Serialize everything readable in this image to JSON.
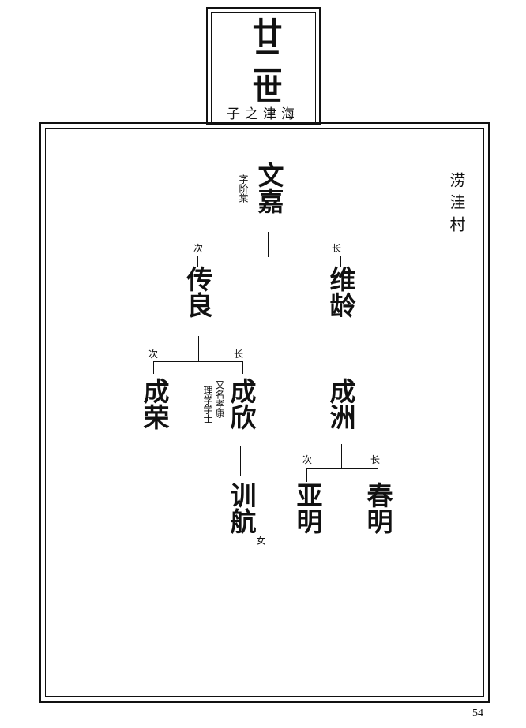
{
  "header": {
    "generation": "廿二世",
    "subtitle": "子之津海"
  },
  "village": "涝洼村",
  "page_number": "54",
  "ranks": {
    "second": "次",
    "eldest": "长"
  },
  "persons": {
    "wenjia": {
      "name": "文嘉",
      "note": "字阶棠"
    },
    "chuanliang": {
      "name": "传良"
    },
    "weiling": {
      "name": "维龄"
    },
    "chengrong": {
      "name": "成荣"
    },
    "chengxin": {
      "name": "成欣",
      "note_a": "又名孝康",
      "note_b": "理学学士"
    },
    "chengzhou": {
      "name": "成洲"
    },
    "xunhang": {
      "name": "训航",
      "note": "女"
    },
    "yaming": {
      "name": "亚明"
    },
    "chunming": {
      "name": "春明"
    }
  }
}
